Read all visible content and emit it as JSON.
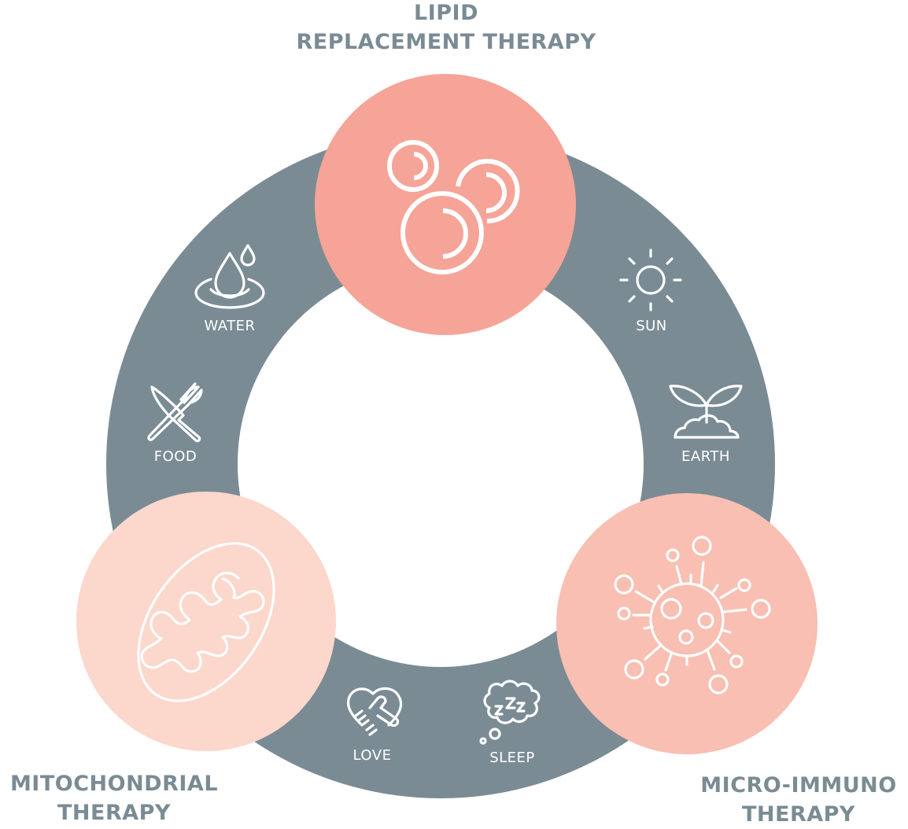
{
  "colors": {
    "ring": "#7a8b94",
    "lipid_circle": "#f5a497",
    "mito_circle": "#fcd7cb",
    "immuno_circle": "#f8bfb2",
    "title_text": "#7a8b94",
    "icon_stroke": "#ffffff",
    "background": "#ffffff"
  },
  "therapies": {
    "lipid": {
      "line1": "LIPID",
      "line2": "REPLACEMENT THERAPY",
      "icon": "bubbles-icon"
    },
    "mitochondrial": {
      "line1": "MITOCHONDRIAL",
      "line2": "THERAPY",
      "icon": "mitochondria-icon"
    },
    "immuno": {
      "line1": "MICRO-IMMUNO",
      "line2": "THERAPY",
      "icon": "virus-icon"
    }
  },
  "pillars": [
    {
      "label": "WATER",
      "icon": "water-drop-icon"
    },
    {
      "label": "SUN",
      "icon": "sun-icon"
    },
    {
      "label": "FOOD",
      "icon": "knife-fork-icon"
    },
    {
      "label": "EARTH",
      "icon": "sprout-icon"
    },
    {
      "label": "LOVE",
      "icon": "heart-handshake-icon"
    },
    {
      "label": "SLEEP",
      "icon": "sleep-cloud-icon"
    }
  ]
}
